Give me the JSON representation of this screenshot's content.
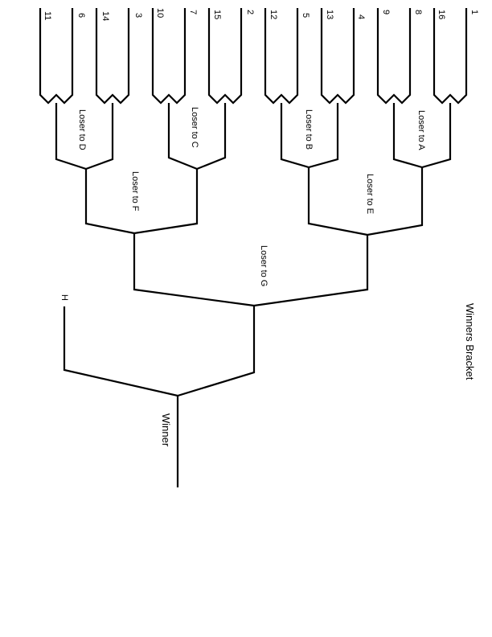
{
  "title": "Winners Bracket",
  "seeds": {
    "s1": "1",
    "s16": "16",
    "s8": "8",
    "s9": "9",
    "s4": "4",
    "s13": "13",
    "s5": "5",
    "s12": "12",
    "s2": "2",
    "s15": "15",
    "s7": "7",
    "s10": "10",
    "s3": "3",
    "s14": "14",
    "s6": "6",
    "s11": "11"
  },
  "labels": {
    "loser_a": "Loser to A",
    "loser_b": "Loser to B",
    "loser_c": "Loser to C",
    "loser_d": "Loser to D",
    "loser_e": "Loser to E",
    "loser_f": "Loser to F",
    "loser_g": "Loser to G",
    "h": "H",
    "winner": "Winner"
  }
}
